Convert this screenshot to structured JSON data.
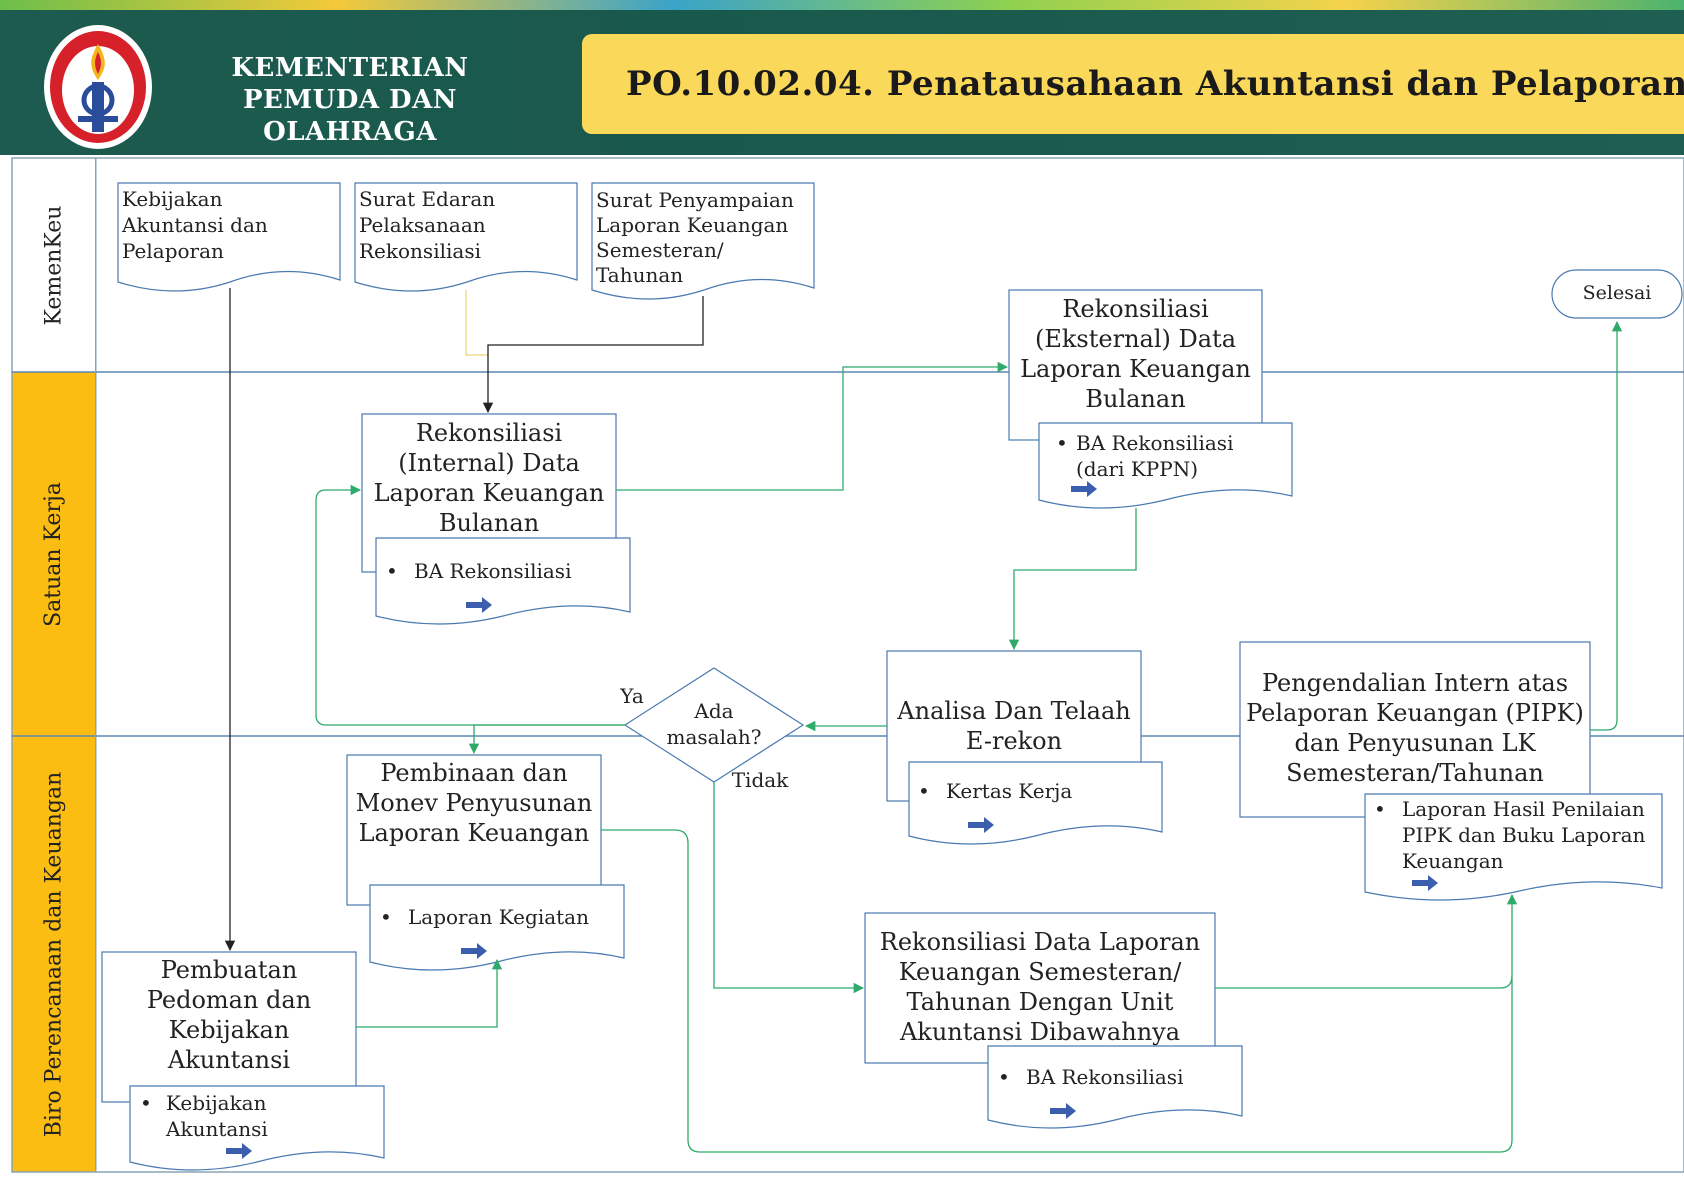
{
  "header": {
    "ministry": "KEMENTERIAN PEMUDA DAN OLAHRAGA",
    "title": "PO.10.02.04.  Penatausahaan Akuntansi dan Pelaporan"
  },
  "lanes": [
    {
      "label": "KemenKeu"
    },
    {
      "label": "Satuan Kerja"
    },
    {
      "label": "Biro Perencanaan dan Keuangan"
    }
  ],
  "documents": {
    "kebijakan": "Kebijakan Akuntansi dan Pelaporan",
    "surat_edaran": "Surat Edaran Pelaksanaan Rekonsiliasi",
    "surat_penyampaian": "Surat Penyampaian Laporan Keuangan Semesteran/ Tahunan"
  },
  "processes": {
    "rekon_internal": "Rekonsiliasi (Internal) Data Laporan Keuangan Bulanan",
    "rekon_eksternal": "Rekonsiliasi (Eksternal) Data Laporan Keuangan Bulanan",
    "analisa": "Analisa Dan Telaah E-rekon",
    "pipk": "Pengendalian Intern atas Pelaporan Keuangan (PIPK) dan Penyusunan LK Semesteran/Tahunan",
    "pembinaan": "Pembinaan dan Monev Penyusunan Laporan Keuangan",
    "pembuatan": "Pembuatan Pedoman dan Kebijakan Akuntansi",
    "rekon_semesteran": "Rekonsiliasi Data Laporan Keuangan Semesteran/ Tahunan Dengan Unit Akuntansi Dibawahnya"
  },
  "outputs": {
    "ba_rekon_internal": "BA Rekonsiliasi",
    "ba_rekon_eksternal": "BA Rekonsiliasi (dari KPPN)",
    "kertas_kerja": "Kertas Kerja",
    "laporan_hasil": "Laporan Hasil Penilaian PIPK dan Buku Laporan Keuangan",
    "laporan_kegiatan": "Laporan Kegiatan",
    "kebijakan_akuntansi": "Kebijakan Akuntansi",
    "ba_rekon_semesteran": "BA Rekonsiliasi"
  },
  "decision": {
    "question": "Ada masalah?",
    "yes": "Ya",
    "no": "Tidak"
  },
  "terminator": "Selesai",
  "colors": {
    "header_bg": "#1d5a4f",
    "title_box": "#fad85a",
    "lane_label_bg": "#fbbd11",
    "box_border": "#4a7ab0",
    "flow_green": "#2eaa6a",
    "flow_black": "#222222",
    "arrow_blue": "#3b5fae"
  },
  "icons": [
    "ministry-logo",
    "arrow-right-icon"
  ]
}
